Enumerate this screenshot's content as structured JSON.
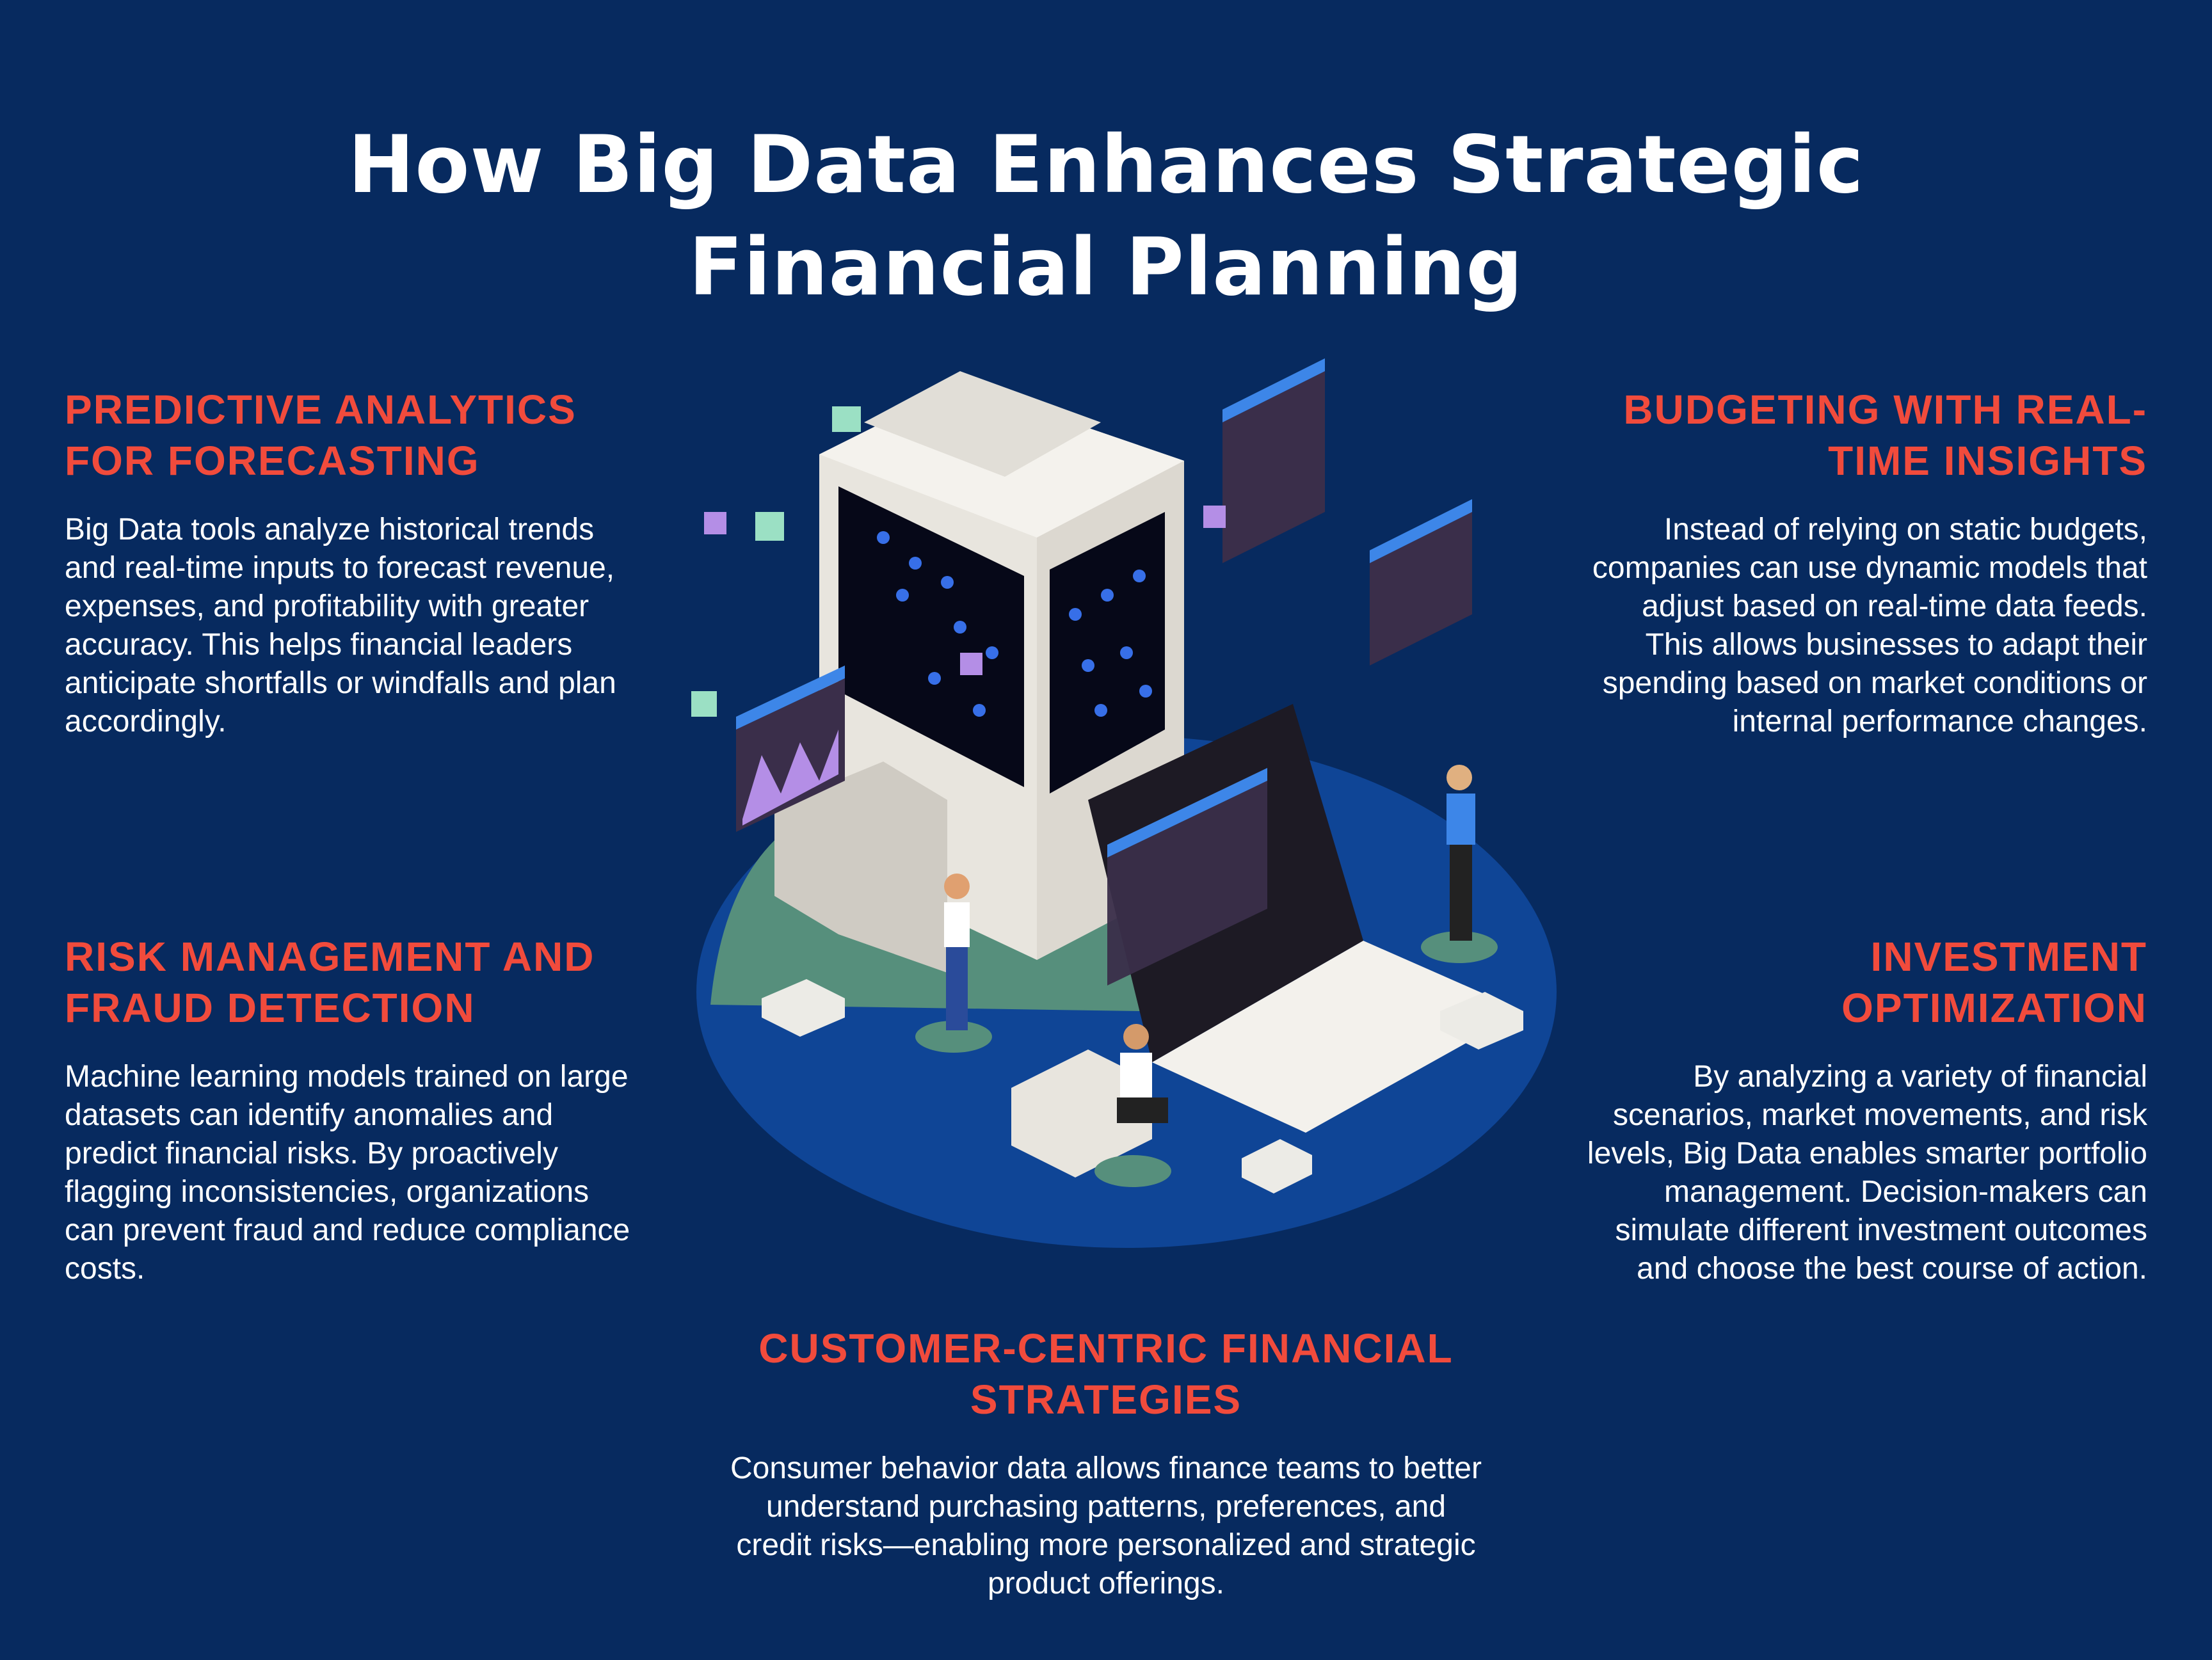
{
  "title": {
    "line1": "How Big Data Enhances Strategic",
    "line2": "Financial Planning"
  },
  "colors": {
    "background": "#072a5f",
    "heading": "#f14b3c",
    "body_text": "#ffffff"
  },
  "sections": [
    {
      "id": "predictive",
      "heading_line1": "PREDICTIVE ANALYTICS",
      "heading_line2": "FOR FORECASTING",
      "body": "Big Data tools analyze historical trends and real-time inputs to forecast revenue, expenses, and profitability with greater accuracy. This helps financial leaders anticipate shortfalls or windfalls and plan accordingly."
    },
    {
      "id": "budgeting",
      "heading_line1": "BUDGETING WITH REAL-",
      "heading_line2": "TIME INSIGHTS",
      "body": "Instead of relying on static budgets, companies can use dynamic models that adjust based on real-time data feeds. This allows businesses to adapt their spending based on market conditions or internal performance changes."
    },
    {
      "id": "risk",
      "heading_line1": "RISK MANAGEMENT AND",
      "heading_line2": "FRAUD DETECTION",
      "body": "Machine learning models trained on large datasets can identify anomalies and predict financial risks. By proactively flagging inconsistencies, organizations can prevent fraud and reduce compliance costs."
    },
    {
      "id": "investment",
      "heading_line1": "INVESTMENT",
      "heading_line2": "OPTIMIZATION",
      "body": "By analyzing a variety of financial scenarios, market movements, and risk levels, Big Data enables smarter portfolio management. Decision-makers can simulate different investment outcomes and choose the best course of action."
    },
    {
      "id": "customer",
      "heading_line1": "CUSTOMER-CENTRIC FINANCIAL",
      "heading_line2": "STRATEGIES",
      "body": "Consumer behavior data allows finance teams to better understand purchasing patterns, preferences, and credit risks—enabling more personalized and strategic product offerings."
    }
  ],
  "illustration": {
    "icon": "isometric-data-center-illustration"
  }
}
